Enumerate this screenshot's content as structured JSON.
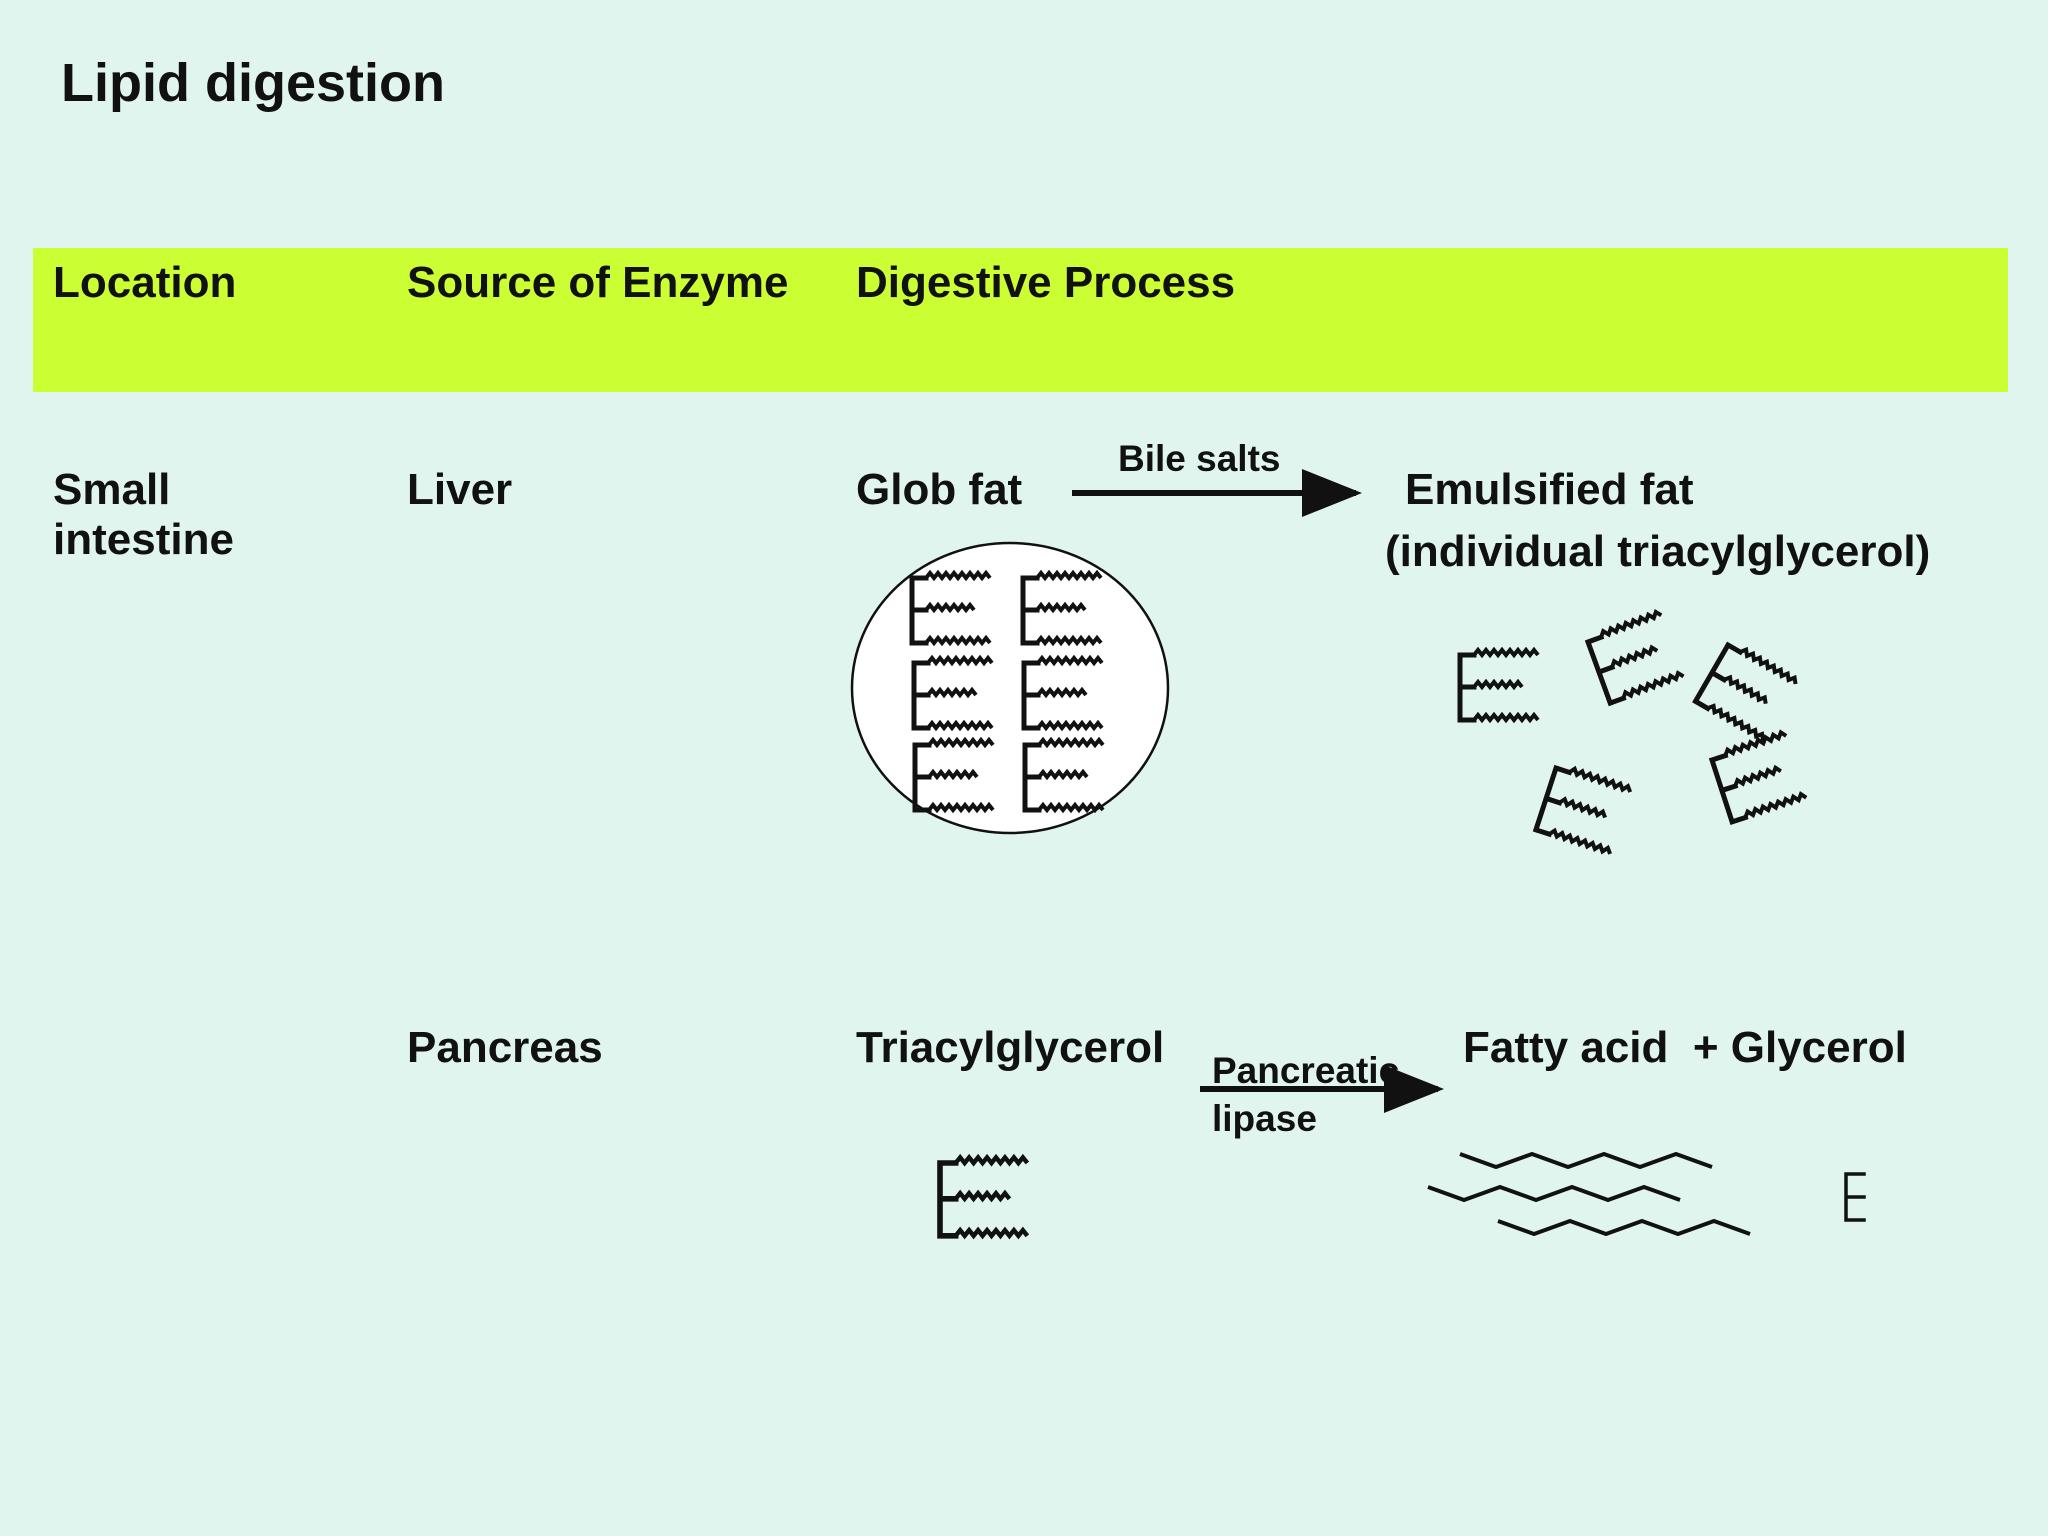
{
  "title": "Lipid digestion",
  "colors": {
    "background": "#e1f5ef",
    "header_band": "#ccff33",
    "ink": "#111111"
  },
  "header": {
    "location": "Location",
    "source": "Source of Enzyme",
    "process": "Digestive Process"
  },
  "rows": [
    {
      "location_line1": "Small",
      "location_line2": "intestine",
      "source": "Liver",
      "input": "Glob fat",
      "agent": "Bile salts",
      "output_line1": "Emulsified fat",
      "output_line2": "(individual triacylglycerol)"
    },
    {
      "source": "Pancreas",
      "input": "Triacylglycerol",
      "agent_line1": "Pancreatic",
      "agent_line2": "lipase",
      "output": "Fatty acid  + Glycerol"
    }
  ]
}
